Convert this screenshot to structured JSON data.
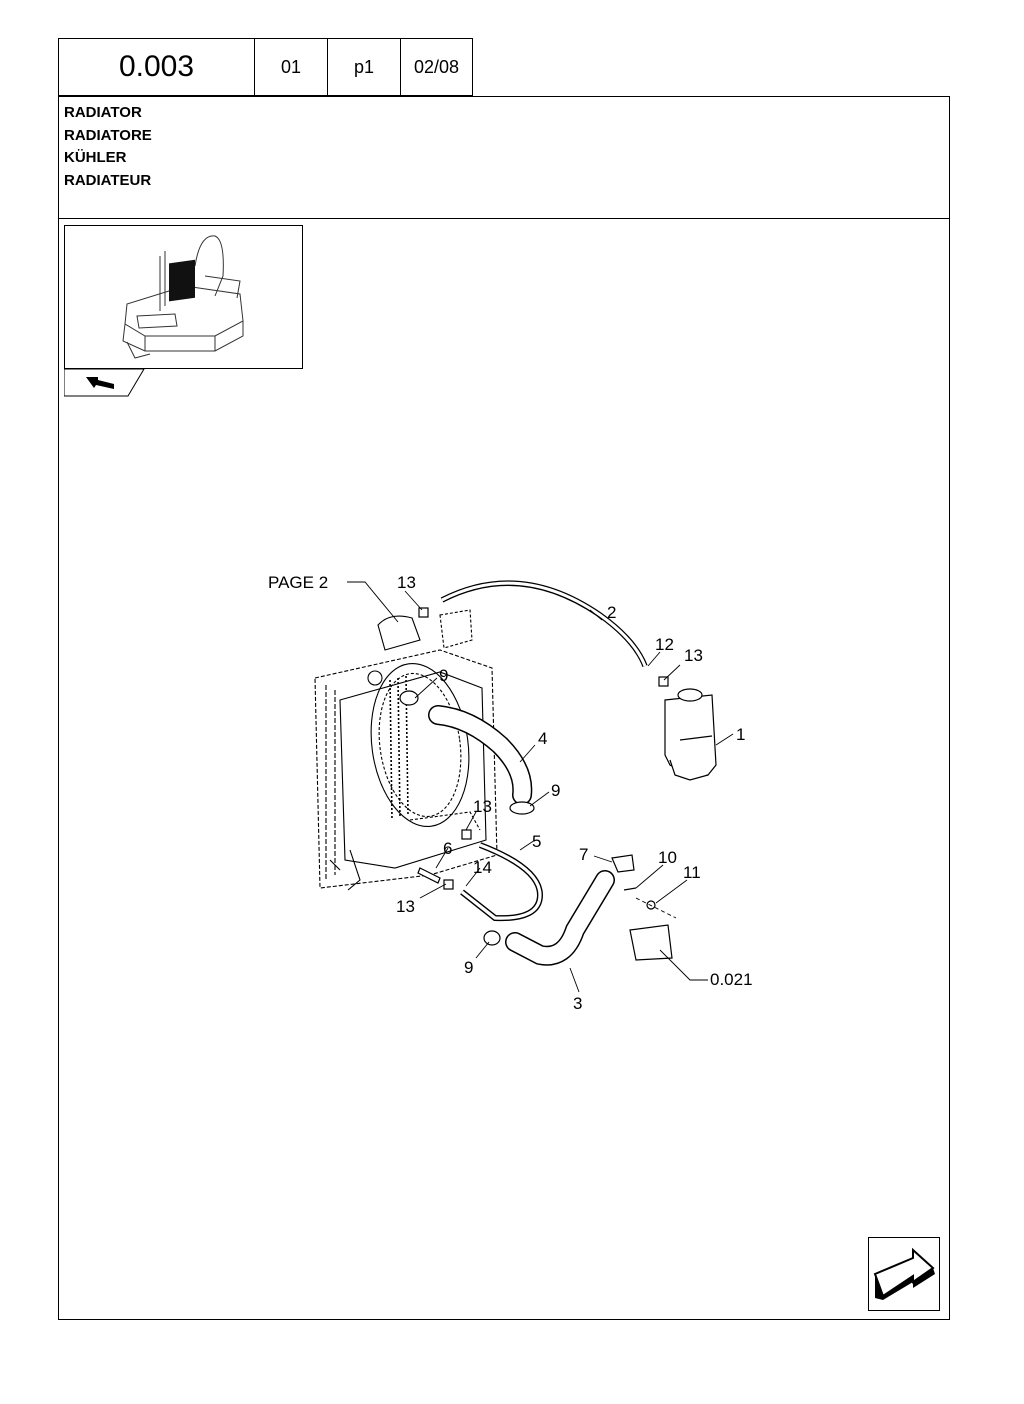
{
  "header": {
    "code": "0.003",
    "section": "01",
    "page": "p1",
    "date": "02/08"
  },
  "title": {
    "lines": [
      "RADIATOR",
      "RADIATORE",
      "KÜHLER",
      "RADIATEUR"
    ]
  },
  "callouts": {
    "page_ref": "PAGE 2",
    "c13a": "13",
    "c2": "2",
    "c12": "12",
    "c13b": "13",
    "c1": "1",
    "c9a": "9",
    "c4": "4",
    "c9b": "9",
    "c13c": "13",
    "c5": "5",
    "c6": "6",
    "c14": "14",
    "c7": "7",
    "c10": "10",
    "c11": "11",
    "c13d": "13",
    "c9c": "9",
    "c3": "3",
    "ref021": "0.021"
  },
  "icons": {
    "tag": "back-arrow-icon",
    "corner": "next-page-arrow-icon"
  }
}
